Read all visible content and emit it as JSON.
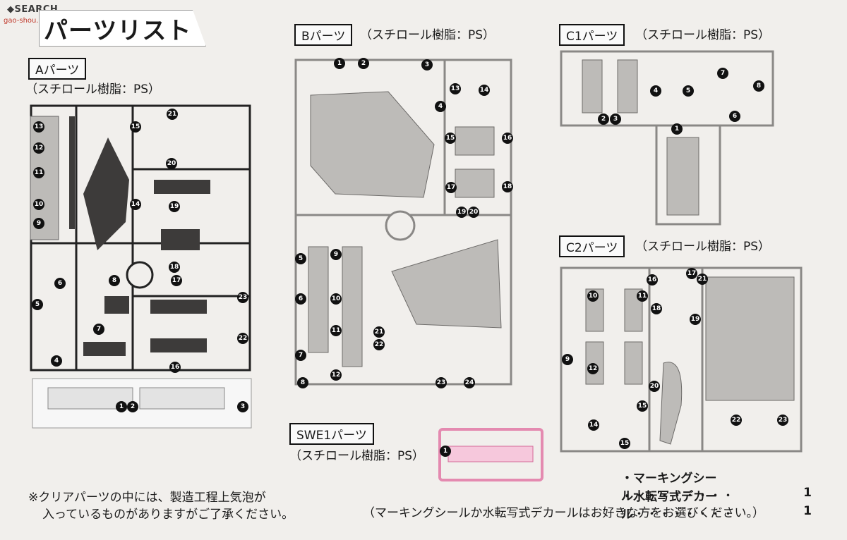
{
  "watermark": {
    "brand": "SEARCH",
    "url": "gao-shou.com"
  },
  "header": {
    "title": "パーツリスト"
  },
  "sections": {
    "a": {
      "tag": "Aパーツ",
      "material": "（スチロール樹脂：PS）",
      "numbers": [
        "13",
        "12",
        "11",
        "10",
        "9",
        "15",
        "21",
        "20",
        "14",
        "19",
        "18",
        "17",
        "8",
        "6",
        "5",
        "7",
        "16",
        "23",
        "22",
        "4",
        "1",
        "2",
        "3"
      ]
    },
    "b": {
      "tag": "Bパーツ",
      "material": "（スチロール樹脂：PS）",
      "numbers": [
        "1",
        "2",
        "3",
        "13",
        "14",
        "4",
        "15",
        "16",
        "17",
        "18",
        "19",
        "20",
        "5",
        "9",
        "6",
        "10",
        "11",
        "21",
        "22",
        "7",
        "12",
        "8",
        "23",
        "24"
      ]
    },
    "c1": {
      "tag": "C1パーツ",
      "material": "（スチロール樹脂：PS）",
      "numbers": [
        "7",
        "8",
        "4",
        "5",
        "6",
        "2",
        "3",
        "1"
      ]
    },
    "c2": {
      "tag": "C2パーツ",
      "material": "（スチロール樹脂：PS）",
      "numbers": [
        "17",
        "21",
        "10",
        "16",
        "11",
        "18",
        "19",
        "9",
        "12",
        "20",
        "15",
        "14",
        "22",
        "23",
        "15"
      ]
    },
    "swe1": {
      "tag": "SWE1パーツ",
      "material": "（スチロール樹脂：PS）",
      "numbers": [
        "1"
      ]
    }
  },
  "clear_note": {
    "line1": "※クリアパーツの中には、製造工程上気泡が",
    "line2": "入っているものがありますがご了承ください。"
  },
  "accessories": [
    {
      "name": "・マーキングシール",
      "dots": "・・・・・・・・",
      "qty": "1"
    },
    {
      "name": "・水転写式デカール",
      "dots": "・・・・・・・・",
      "qty": "1"
    }
  ],
  "choice_note": "（マーキングシールか水転写式デカールはお好きな方をお選びください。）",
  "colors": {
    "dark_runner": "#3d3b3a",
    "gray_runner": "#bdbbb8",
    "pink_runner": "#e48ab0"
  }
}
